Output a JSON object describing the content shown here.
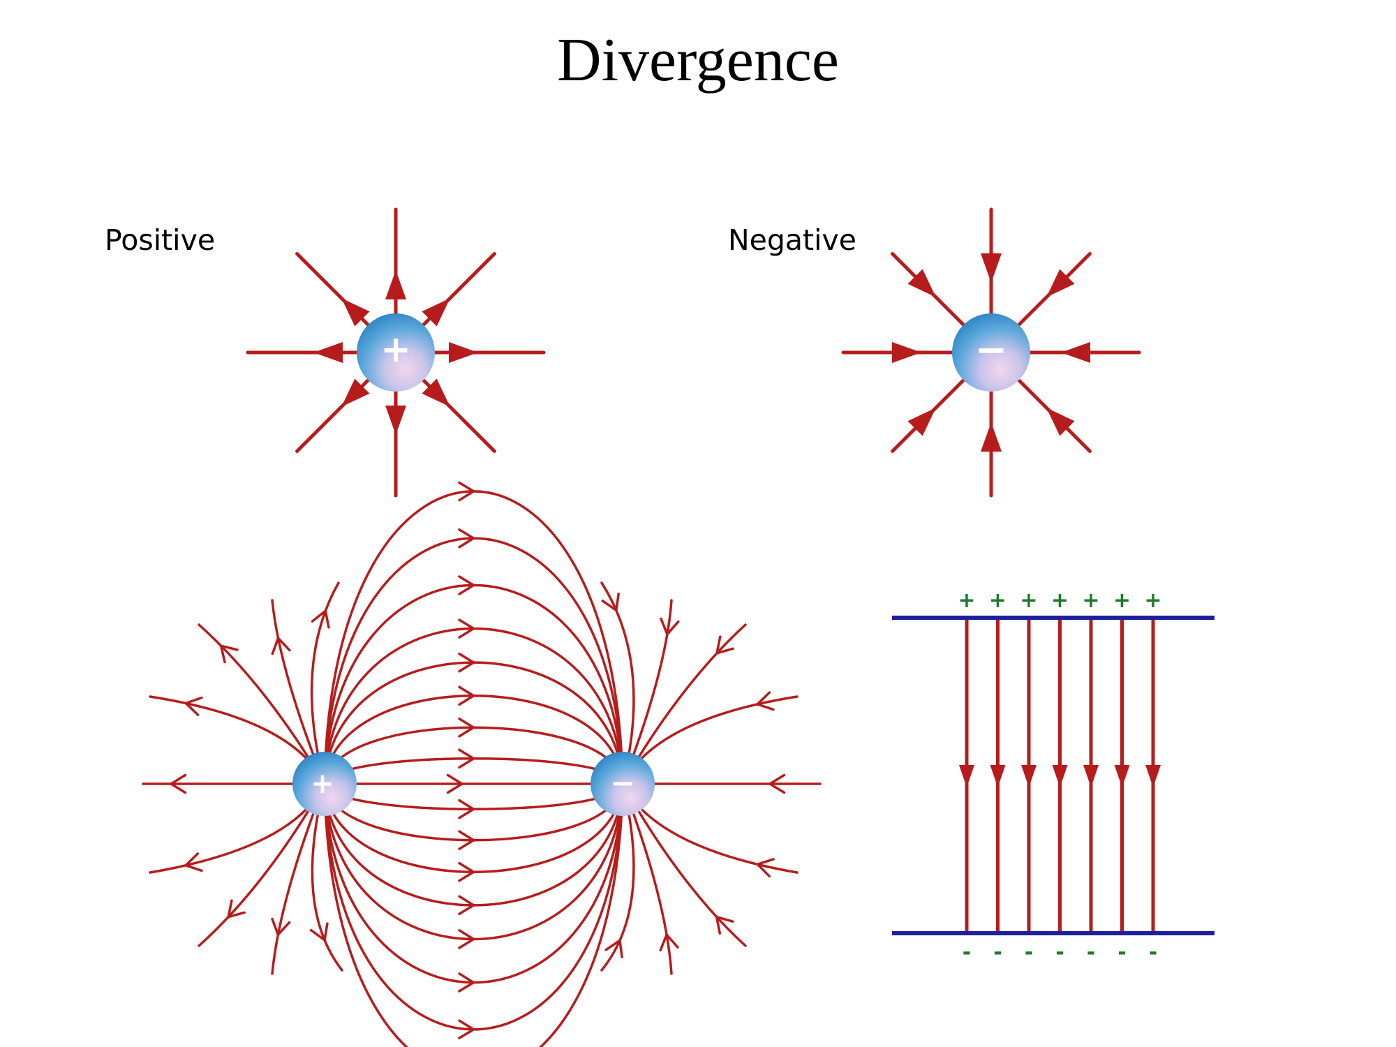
{
  "title": "Divergence",
  "panels": {
    "positive": {
      "label": "Positive",
      "charge_sign": "+"
    },
    "negative": {
      "label": "Negative",
      "charge_sign": "−"
    },
    "dipole": {
      "positive_sign": "+",
      "negative_sign": "−"
    },
    "plates": {
      "top_sign": "+",
      "bottom_sign": "-",
      "line_count": 7
    }
  },
  "colors": {
    "field": "#b71c1c",
    "plate": "#1f1f9e",
    "plate_sign": "#1e7a2a",
    "charge_light": "#f3d6ee",
    "charge_dark": "#2f86c7"
  }
}
